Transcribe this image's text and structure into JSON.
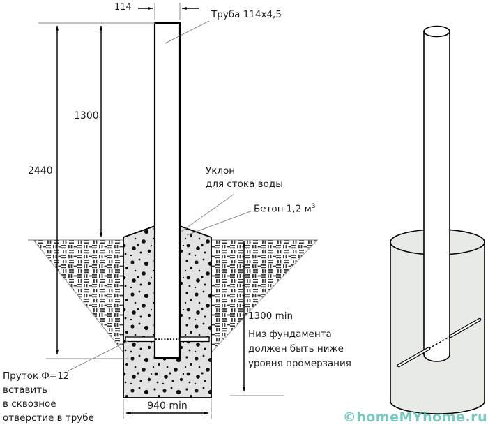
{
  "diagram": {
    "dims": {
      "pipe_width": "114",
      "pipe_above_ground": "1300",
      "pipe_total": "2440",
      "foundation_width": "940 min"
    },
    "labels": {
      "pipe": "Труба 114х4,5",
      "slope": [
        "Уклон",
        "для стока воды"
      ],
      "concrete": "Бетон 1,2 м",
      "concrete_sup": "3",
      "frost": [
        "1300 min",
        "Низ фундамента",
        "должен быть ниже",
        "уровня промерзания"
      ],
      "rod": [
        "Пруток Ф=12",
        "вставить",
        "в сквозное",
        "отверстие в трубе"
      ]
    },
    "watermark": "©homeMYhome.ru",
    "colors": {
      "line": "#000000",
      "thin_line": "#8a8a8a",
      "concrete_fill": "#e3e3e3",
      "cylinder_fill": "#e8eae6",
      "watermark": "#55bdb2"
    }
  }
}
